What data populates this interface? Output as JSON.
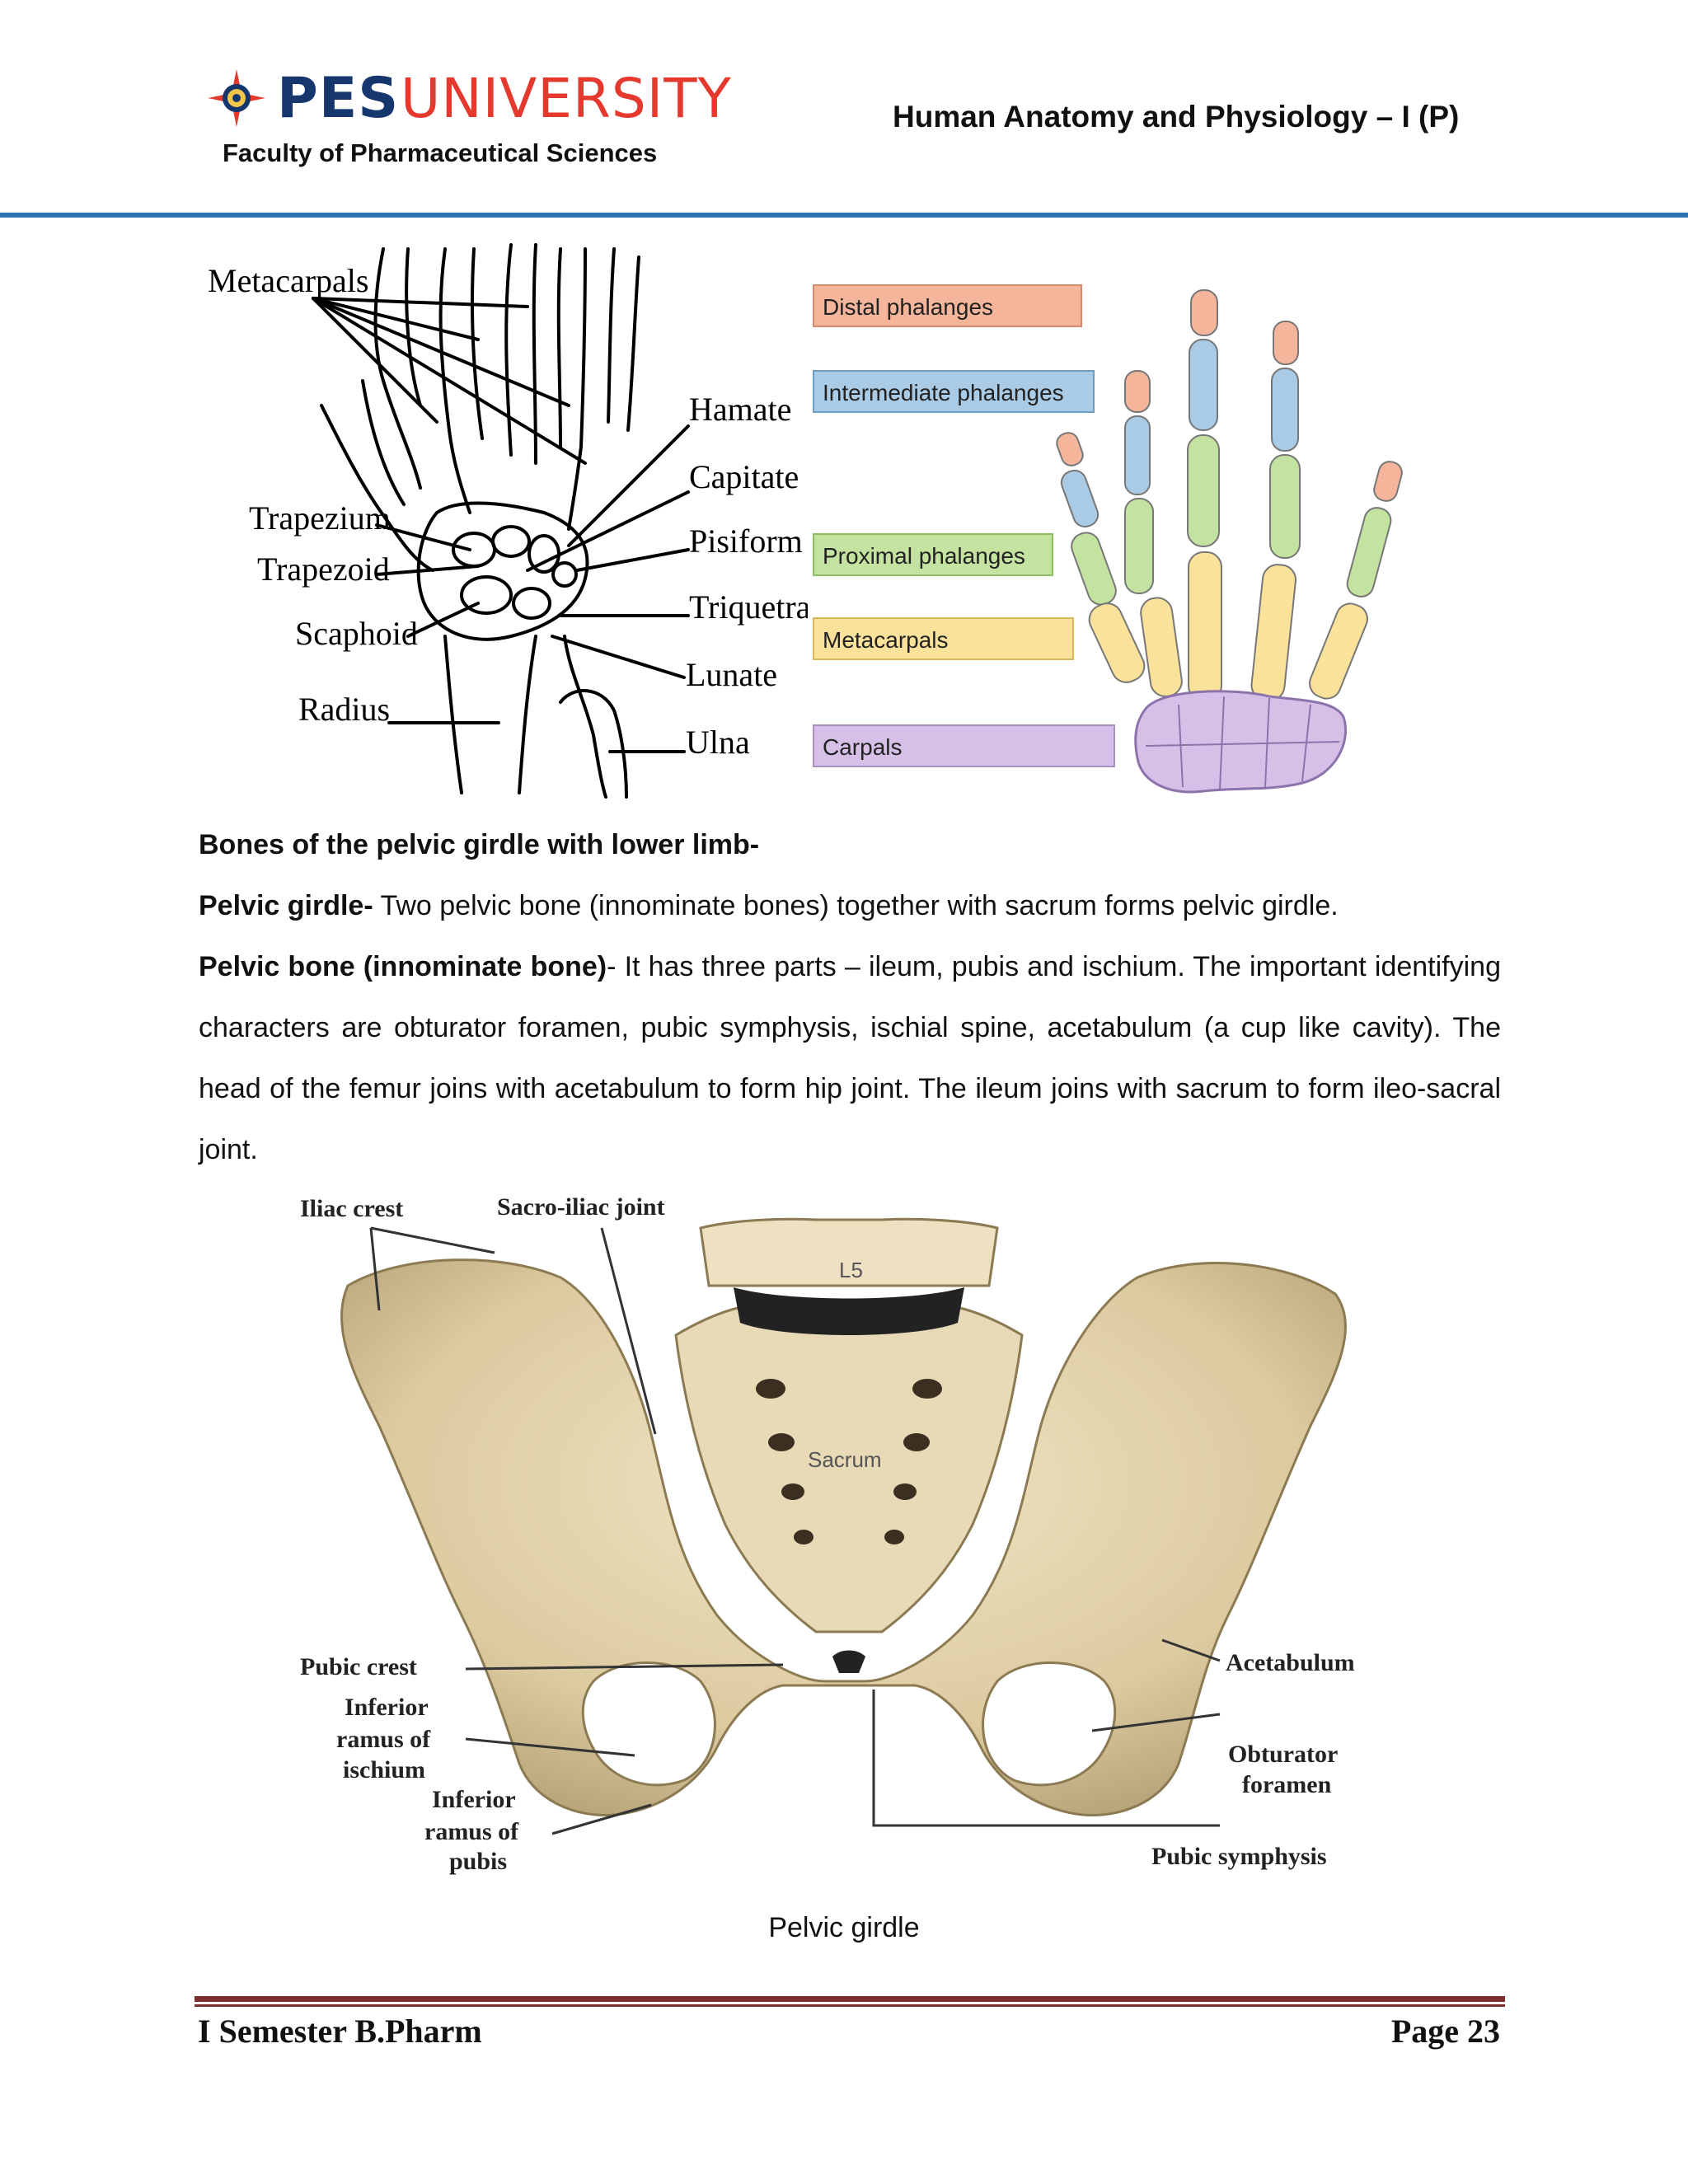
{
  "header": {
    "logo_pes": "PES",
    "logo_university": "UNIVERSITY",
    "faculty": "Faculty of Pharmaceutical Sciences",
    "course_title": "Human Anatomy and Physiology – I (P)"
  },
  "hand_left": {
    "labels": {
      "metacarpals": "Metacarpals",
      "trapezium": "Trapezium",
      "trapezoid": "Trapezoid",
      "scaphoid": "Scaphoid",
      "radius": "Radius",
      "hamate": "Hamate",
      "capitate": "Capitate",
      "pisiform": "Pisiform",
      "triquetral": "Triquetral",
      "lunate": "Lunate",
      "ulna": "Ulna"
    }
  },
  "hand_right": {
    "labels": {
      "distal": "Distal phalanges",
      "intermediate": "Intermediate phalanges",
      "proximal": "Proximal phalanges",
      "metacarpals": "Metacarpals",
      "carpals": "Carpals"
    },
    "colors": {
      "distal": "#f4b59b",
      "intermediate": "#a9cbe6",
      "proximal": "#c4e3a0",
      "metacarpals": "#fbe29a",
      "carpals": "#d6c0e8"
    }
  },
  "content": {
    "heading": "Bones of the pelvic girdle with lower limb-",
    "girdle_label": "Pelvic girdle-",
    "girdle_text": " Two pelvic bone (innominate bones) together with sacrum forms pelvic girdle.",
    "bone_label": "Pelvic bone (innominate bone)",
    "bone_text": "- It has three parts – ileum, pubis and ischium. The important identifying characters are obturator foramen, pubic symphysis, ischial spine, acetabulum (a cup like cavity). The head of the femur joins with acetabulum to form hip joint. The ileum joins with sacrum to form ileo-sacral joint."
  },
  "pelvis": {
    "labels": {
      "iliac_crest": "Iliac crest",
      "sacro_iliac": "Sacro-iliac joint",
      "l5": "L5",
      "sacrum": "Sacrum",
      "pubic_crest": "Pubic crest",
      "inf_ischium_1": "Inferior",
      "inf_ischium_2": "ramus of",
      "inf_ischium_3": "ischium",
      "inf_pubis_1": "Inferior",
      "inf_pubis_2": "ramus of",
      "inf_pubis_3": "pubis",
      "acetabulum": "Acetabulum",
      "obturator_1": "Obturator",
      "obturator_2": "foramen",
      "pubic_symphysis": "Pubic symphysis"
    },
    "caption": "Pelvic girdle"
  },
  "footer": {
    "left": "I Semester B.Pharm",
    "right": "Page 23"
  }
}
